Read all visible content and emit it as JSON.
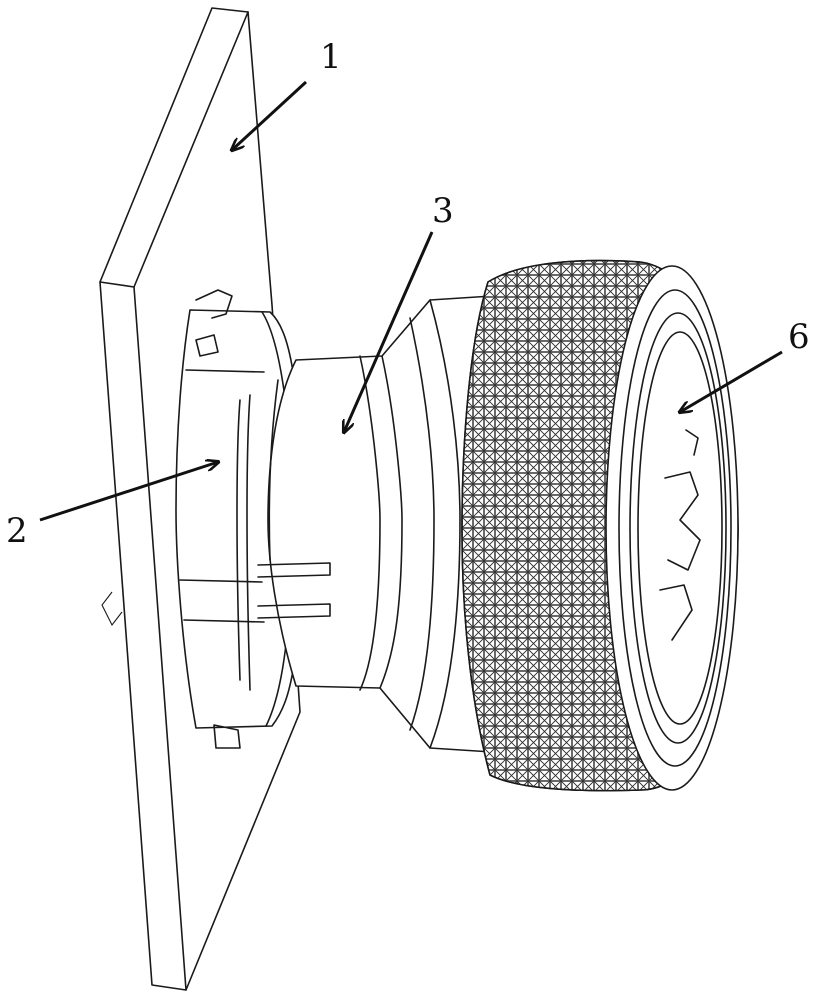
{
  "figure": {
    "callouts": [
      {
        "id": "1",
        "label": "1"
      },
      {
        "id": "2",
        "label": "2"
      },
      {
        "id": "3",
        "label": "3"
      },
      {
        "id": "6",
        "label": "6"
      }
    ]
  },
  "colors": {
    "line": "#1a1a1a",
    "background": "#ffffff"
  }
}
